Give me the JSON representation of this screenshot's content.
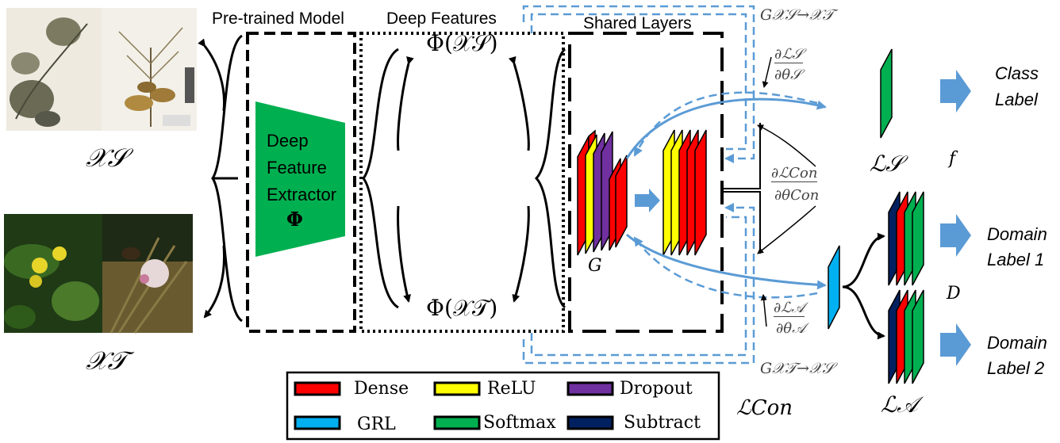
{
  "headers": {
    "pretrained_model": "Pre-trained Model",
    "deep_features": "Deep Features",
    "shared_layers": "Shared Layers"
  },
  "extractor": {
    "line1": "Deep",
    "line2": "Feature",
    "line3": "Extractor",
    "symbol": "Φ"
  },
  "math": {
    "x_source": "𝒳𝒮",
    "x_target": "𝒳𝒯",
    "phi_source": "Φ(𝒳𝒮)",
    "phi_target": "Φ(𝒳𝒯)",
    "g_label": "G",
    "g_s_to_t": "G𝒳𝒮→𝒳𝒯",
    "g_t_to_s": "G𝒳𝒯→𝒳𝒮",
    "grad_ls_num": "∂ℒ𝒮",
    "grad_ls_den": "∂θ𝒮",
    "grad_lcon_num": "∂ℒCon",
    "grad_lcon_den": "∂θCon",
    "grad_la_num": "∂ℒ𝒜",
    "grad_la_den": "∂θ𝒜",
    "l_s": "ℒ𝒮",
    "l_a": "ℒ𝒜",
    "l_con": "ℒCon",
    "f_label": "f",
    "d_label": "D"
  },
  "outputs": {
    "class_label_1": "Class",
    "class_label_2": "Label",
    "domain1_line1": "Domain",
    "domain1_line2": "Label 1",
    "domain2_line1": "Domain",
    "domain2_line2": "Label 2"
  },
  "legend": [
    {
      "label": "Dense",
      "color": "#ff0000"
    },
    {
      "label": "ReLU",
      "color": "#ffff00"
    },
    {
      "label": "Dropout",
      "color": "#7030a0"
    },
    {
      "label": "GRL",
      "color": "#00b0f0"
    },
    {
      "label": "Softmax",
      "color": "#00b050"
    },
    {
      "label": "Subtract",
      "color": "#002060"
    }
  ],
  "colors": {
    "extractor_green": "#00b050",
    "arrow_blue": "#5b9bd5",
    "dashed_blue": "#5b9bd5"
  },
  "images": {
    "source_images": "herbarium-specimens",
    "target_images": "field-flower-photos"
  }
}
